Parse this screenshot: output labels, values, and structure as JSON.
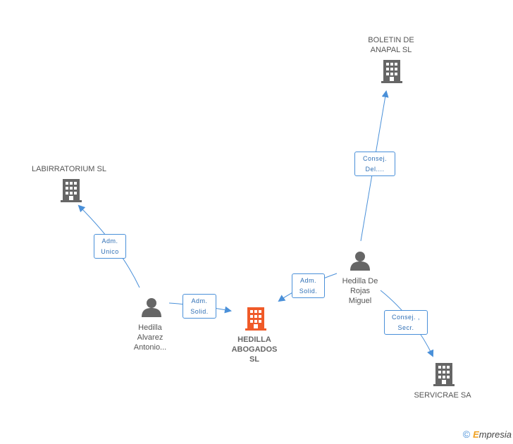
{
  "nodes": {
    "boletin": {
      "line1": "BOLETIN DE",
      "line2": "ANAPAL  SL"
    },
    "labirratorium": {
      "line1": "LABIRRATORIUM SL"
    },
    "hedilla_rojas": {
      "line1": "Hedilla De",
      "line2": "Rojas",
      "line3": "Miguel"
    },
    "hedilla_alvarez": {
      "line1": "Hedilla",
      "line2": "Alvarez",
      "line3": "Antonio..."
    },
    "hedilla_abogados": {
      "line1": "HEDILLA",
      "line2": "ABOGADOS",
      "line3": "SL"
    },
    "servicrae": {
      "line1": "SERVICRAE SA"
    }
  },
  "edges": {
    "consej_del": {
      "line1": "Consej.",
      "line2": "Del...."
    },
    "adm_unico": {
      "line1": "Adm.",
      "line2": "Unico"
    },
    "adm_solid_rojas": {
      "line1": "Adm.",
      "line2": "Solid."
    },
    "adm_solid_alvarez": {
      "line1": "Adm.",
      "line2": "Solid."
    },
    "consej_secr": {
      "line1": "Consej. ,",
      "line2": "Secr."
    }
  },
  "colors": {
    "edge": "#4a90d9",
    "company": "#666666",
    "main_company": "#f05a28",
    "person": "#666666"
  },
  "footer": {
    "copyright": "©",
    "brand_initial": "E",
    "brand_rest": "mpresia"
  }
}
